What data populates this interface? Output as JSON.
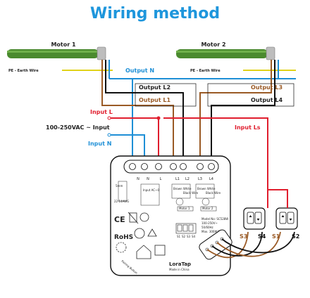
{
  "title": "Wiring method",
  "motors": {
    "motor1": "Motor 1",
    "motor2": "Motor 2"
  },
  "earth": {
    "left": "PE - Earth Wire",
    "right": "PE - Earth Wire"
  },
  "labels": {
    "output_n": "Output N",
    "output_l2": "Output L2",
    "output_l1": "Output L1",
    "output_l3": "Output L3",
    "output_l4": "Output L4",
    "input_l": "Input L",
    "supply": "100-250VAC ~ Input",
    "input_n": "Input N",
    "input_ls": "Input Ls"
  },
  "switches": {
    "s1": "S1",
    "s2": "S2",
    "s3": "S3",
    "s4": "S4"
  },
  "device": {
    "terminals": [
      "N",
      "N",
      "L",
      "L1",
      "L2",
      "L3",
      "L4"
    ],
    "wire_a": "Brown White",
    "wire_b": "Black Wire",
    "wire_c": "Brown White",
    "wire_d": "Black Wire",
    "motor_a": "Motor 1",
    "motor_b": "Motor 2",
    "model_lines": [
      "Model No: SC528W",
      "100-250V~",
      "50/60Hz",
      "Max. 300W/Gang"
    ],
    "input_ac": "Input AC~0",
    "strip": "5mm",
    "awg": "22-14AWG",
    "pairing": "Pairing Button",
    "brand": "LoraTap",
    "made_in": "Made in China",
    "cert": [
      "CE",
      "RoHS"
    ],
    "mini_terminals": [
      "S1",
      "S2",
      "S3",
      "S4"
    ]
  },
  "colors": {
    "title": "#1e96dc",
    "blue": "#1e8fd6",
    "red": "#e01e2e",
    "brown": "#9a5a25",
    "black": "#111111",
    "earth": "#e0d21a",
    "motor": "#4a8a2e",
    "label_red": "#e01e2e",
    "label_blue": "#1e8fd6"
  }
}
